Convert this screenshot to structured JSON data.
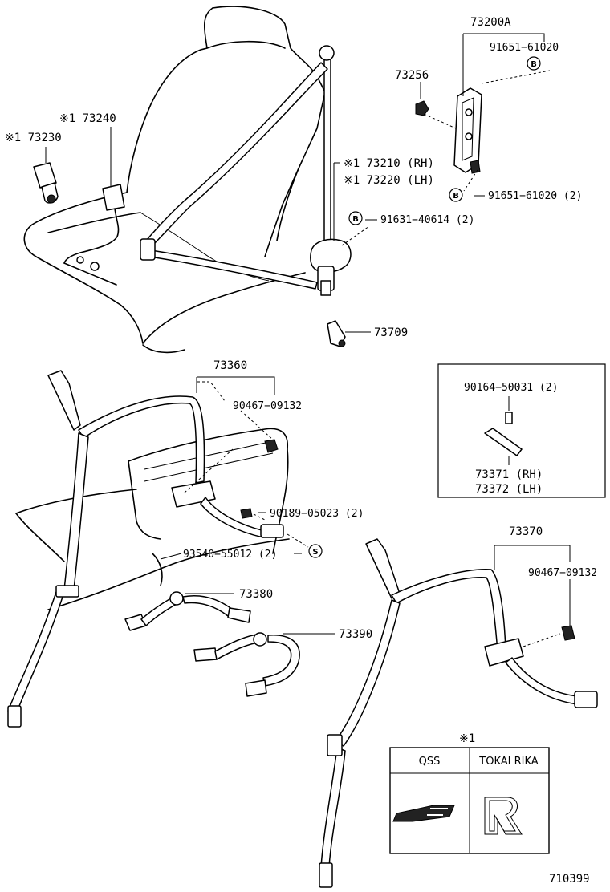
{
  "labels": {
    "p73200A": "73200A",
    "p91651_top": "91651−61020",
    "p73256": "73256",
    "p73240": "※1 73240",
    "p73230": "※1 73230",
    "p73210": "※1 73210 (RH)",
    "p73220": "※1 73220 (LH)",
    "p91651_bot": "91651−61020 (2)",
    "p91631": "91631−40614 (2)",
    "p73709": "73709",
    "p73360": "73360",
    "p90467_a": "90467−09132",
    "p90164": "90164−50031 (2)",
    "p73371": "73371 (RH)",
    "p73372": "73372 (LH)",
    "p90189": "90189−05023 (2)",
    "p93540": "93540−55012 (2)",
    "p73370": "73370",
    "p90467_b": "90467−09132",
    "p73380": "73380",
    "p73390": "73390",
    "note_mark": "※1",
    "legend_qss": "QSS",
    "legend_tokai": "TOKAI RIKA",
    "figure_id": "710399"
  },
  "markers": {
    "b": "B",
    "s": "S"
  },
  "icons": {
    "qss_logo": "qss-logo",
    "tokai_rika_logo": "tokai-rika-r-logo"
  }
}
